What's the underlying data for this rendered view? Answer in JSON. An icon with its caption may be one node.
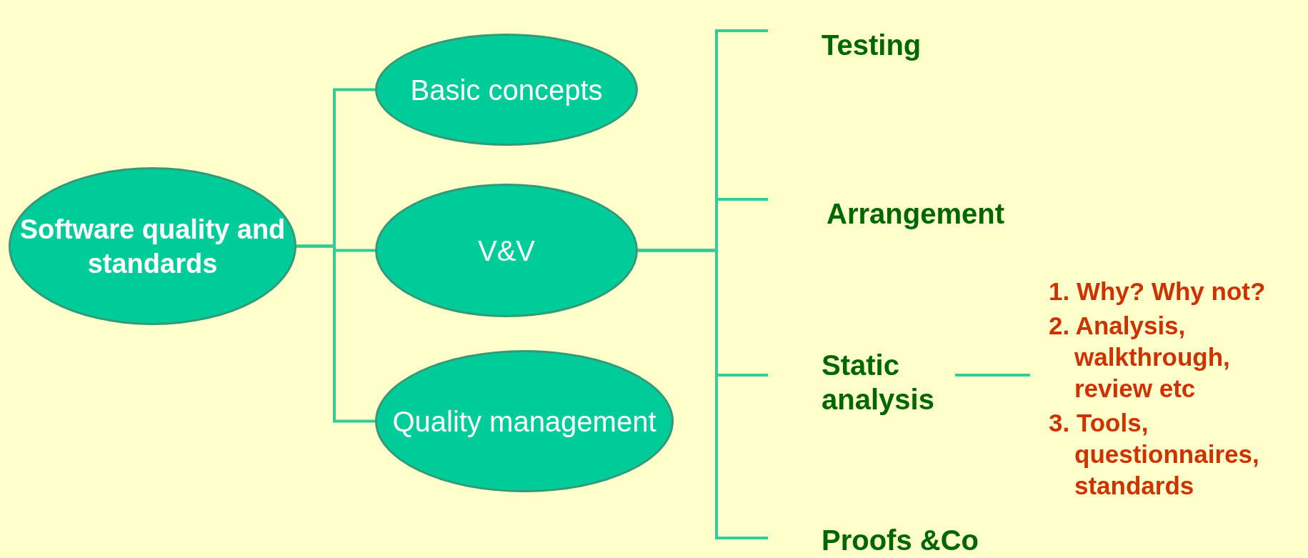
{
  "diagram": {
    "nodes": [
      {
        "text": [
          "Software quality and standards"
        ]
      },
      {
        "text": [
          "Basic concepts"
        ]
      },
      {
        "text": [
          "V&V"
        ]
      },
      {
        "text": [
          "Quality management"
        ]
      },
      {
        "text": [
          "Testing"
        ]
      },
      {
        "text": [
          "Arrangement"
        ]
      },
      {
        "text": [
          "Static analysis"
        ]
      },
      {
        "text": [
          "Proofs &Co"
        ]
      },
      {
        "text": [
          "1. Why? Why not?",
          "2. Analysis, walkthrough, review etc",
          "3. Tools, questionnaires, standards"
        ]
      }
    ],
    "edges": [
      {
        "from": 0,
        "to": 1,
        "arrow": "none"
      },
      {
        "from": 0,
        "to": 2,
        "arrow": "none"
      },
      {
        "from": 0,
        "to": 3,
        "arrow": "none"
      },
      {
        "from": 2,
        "to": 4,
        "arrow": "none"
      },
      {
        "from": 2,
        "to": 5,
        "arrow": "none"
      },
      {
        "from": 2,
        "to": 6,
        "arrow": "none"
      },
      {
        "from": 2,
        "to": 7,
        "arrow": "none"
      },
      {
        "from": 6,
        "to": 8,
        "arrow": "none"
      }
    ]
  }
}
